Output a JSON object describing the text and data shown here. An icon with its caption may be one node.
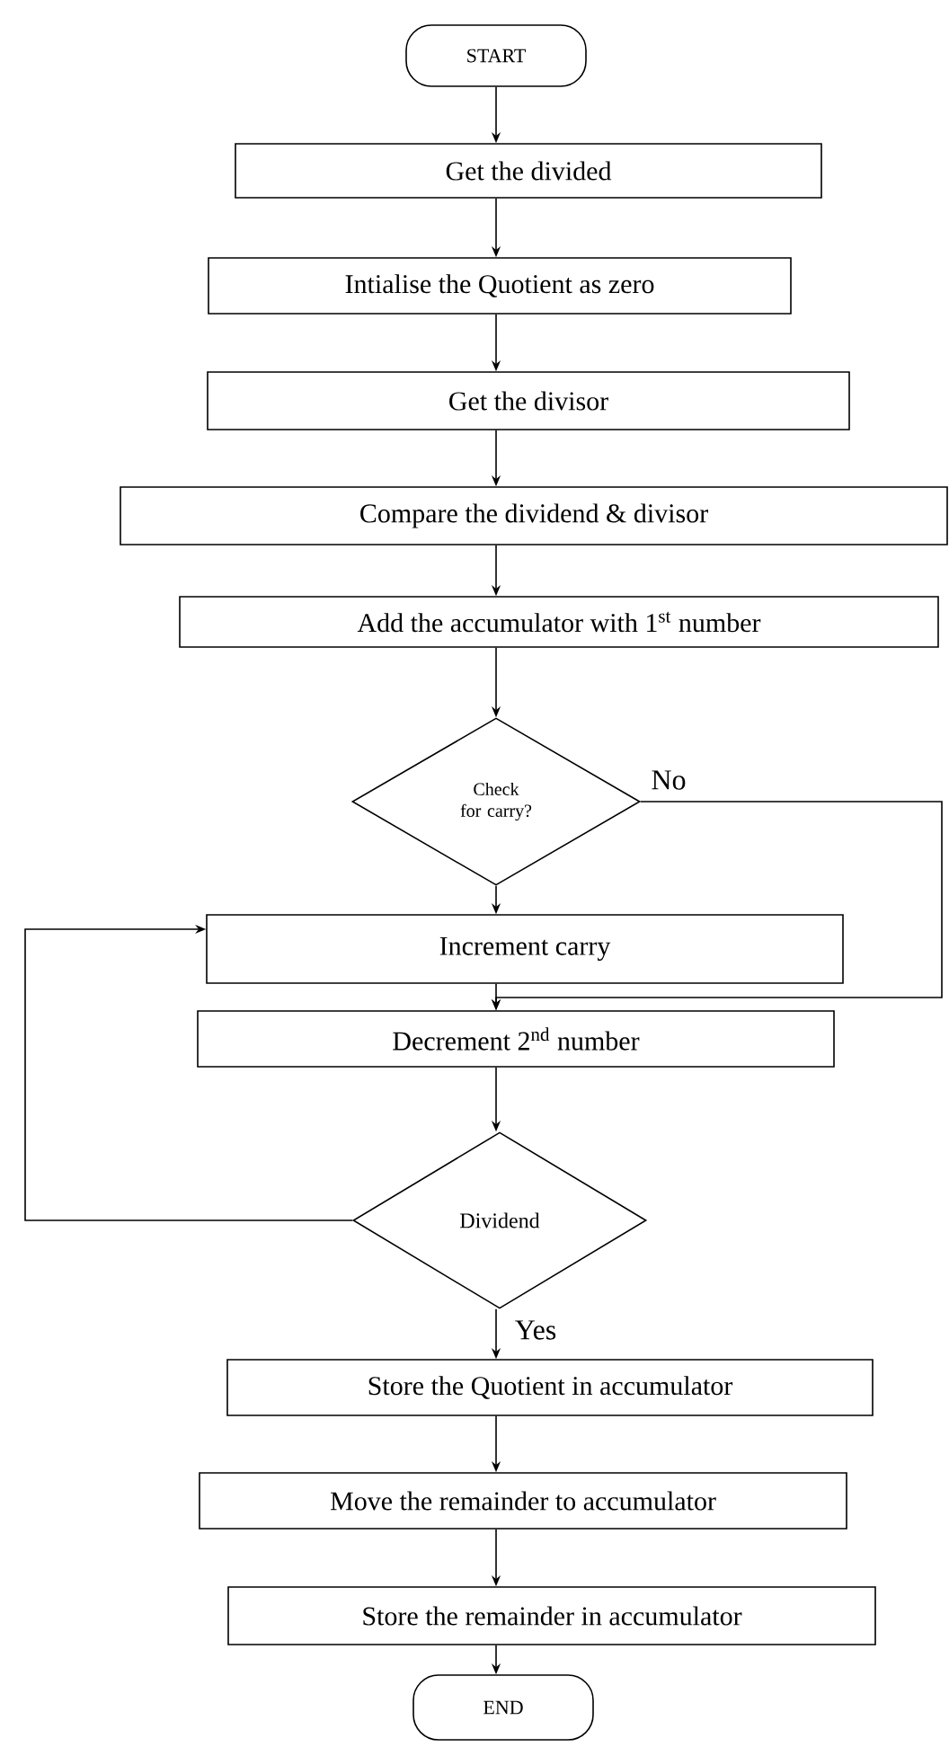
{
  "diagram": {
    "nodes": [
      {
        "text": [
          "START"
        ]
      },
      {
        "text": [
          "Get the divided"
        ]
      },
      {
        "text": [
          "Intialise the Quotient as zero"
        ]
      },
      {
        "text": [
          "Get the divisor"
        ]
      },
      {
        "text": [
          "Compare the dividend & divisor"
        ]
      },
      {
        "text": [
          "Add the accumulator with 1$^{st}$ number"
        ]
      },
      {
        "text": [
          "Check for carry?"
        ]
      },
      {
        "text": [
          "Increment carry"
        ]
      },
      {
        "text": [
          "Decrement 2$^{nd}$ number"
        ]
      },
      {
        "text": [
          "Dividend"
        ]
      },
      {
        "text": [
          "Store the Quotient in accumulator"
        ]
      },
      {
        "text": [
          "Move the remainder to accumulator"
        ]
      },
      {
        "text": [
          "Store the remainder in accumulator"
        ]
      },
      {
        "text": [
          "END"
        ]
      }
    ],
    "edges": [
      {
        "from": 0,
        "to": 1,
        "arrow": "to"
      },
      {
        "from": 1,
        "to": 2,
        "arrow": "to"
      },
      {
        "from": 2,
        "to": 3,
        "arrow": "to"
      },
      {
        "from": 3,
        "to": 4,
        "arrow": "to"
      },
      {
        "from": 4,
        "to": 5,
        "arrow": "to"
      },
      {
        "from": 5,
        "to": 6,
        "arrow": "to"
      },
      {
        "from": 6,
        "to": 7,
        "arrow": "to"
      },
      {
        "from": 6,
        "to": 8,
        "arrow": "to",
        "label": "No"
      },
      {
        "from": 7,
        "to": 8,
        "arrow": "to"
      },
      {
        "from": 8,
        "to": 9,
        "arrow": "to"
      },
      {
        "from": 9,
        "to": 7,
        "arrow": "to"
      },
      {
        "from": 9,
        "to": 10,
        "arrow": "to",
        "label": "Yes"
      },
      {
        "from": 10,
        "to": 11,
        "arrow": "to"
      },
      {
        "from": 11,
        "to": 12,
        "arrow": "to"
      },
      {
        "from": 12,
        "to": 13,
        "arrow": "to"
      }
    ]
  }
}
